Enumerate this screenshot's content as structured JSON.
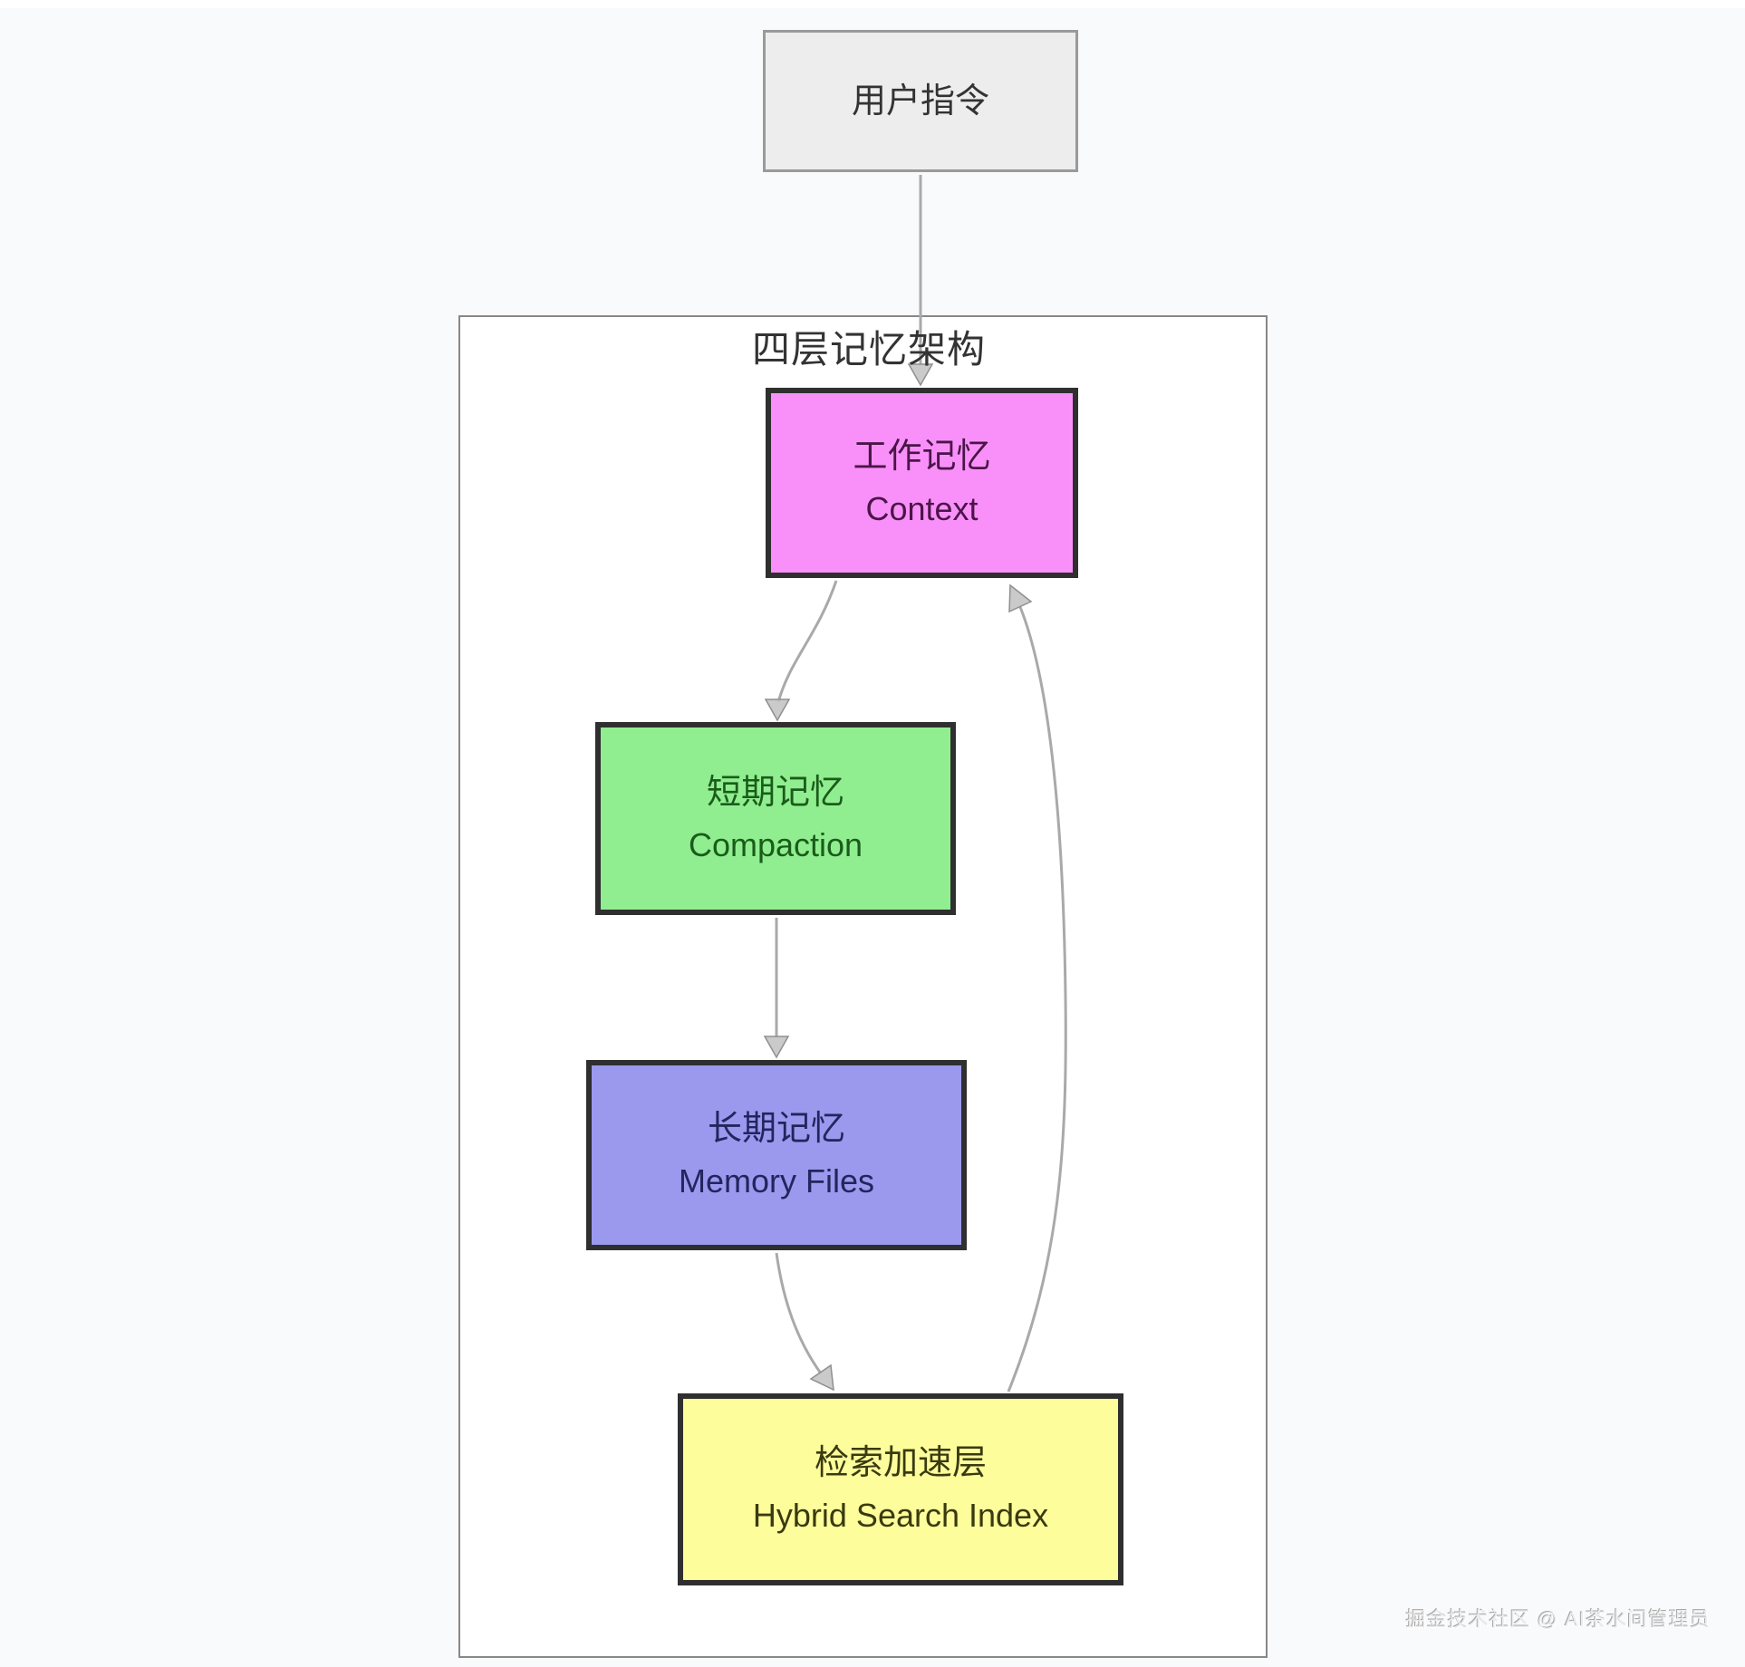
{
  "page": {
    "background": "#f9fafb",
    "watermark": "掘金技术社区 @ AI茶水间管理员"
  },
  "diagram": {
    "container_label": "四层记忆架构",
    "colors": {
      "arrow_stroke": "#a9a9a9",
      "arrowhead_fill": "#c4c4c4",
      "arrowhead_stroke": "#8f8f8f",
      "node_border_dark": "#2f2f2f",
      "container_border": "#878787"
    },
    "nodes": [
      {
        "id": "user-command",
        "title": "用户指令",
        "subtitle": "",
        "fill": "#ededed",
        "text_color": "#333333",
        "border_color": "#9a9a9a"
      },
      {
        "id": "working-memory",
        "title": "工作记忆",
        "subtitle": "Context",
        "fill": "#f990f9",
        "text_color": "#4a1548"
      },
      {
        "id": "short-term-memory",
        "title": "短期记忆",
        "subtitle": "Compaction",
        "fill": "#90ee90",
        "text_color": "#1a5c1a"
      },
      {
        "id": "long-term-memory",
        "title": "长期记忆",
        "subtitle": "Memory Files",
        "fill": "#9a99ee",
        "text_color": "#24245e"
      },
      {
        "id": "retrieval-layer",
        "title": "检索加速层",
        "subtitle": "Hybrid Search Index",
        "fill": "#fdfd9c",
        "text_color": "#3a3a10"
      }
    ],
    "edges": [
      {
        "from": "用户指令",
        "to": "工作记忆"
      },
      {
        "from": "工作记忆",
        "to": "短期记忆"
      },
      {
        "from": "短期记忆",
        "to": "长期记忆"
      },
      {
        "from": "长期记忆",
        "to": "检索加速层"
      },
      {
        "from": "检索加速层",
        "to": "工作记忆"
      }
    ]
  }
}
